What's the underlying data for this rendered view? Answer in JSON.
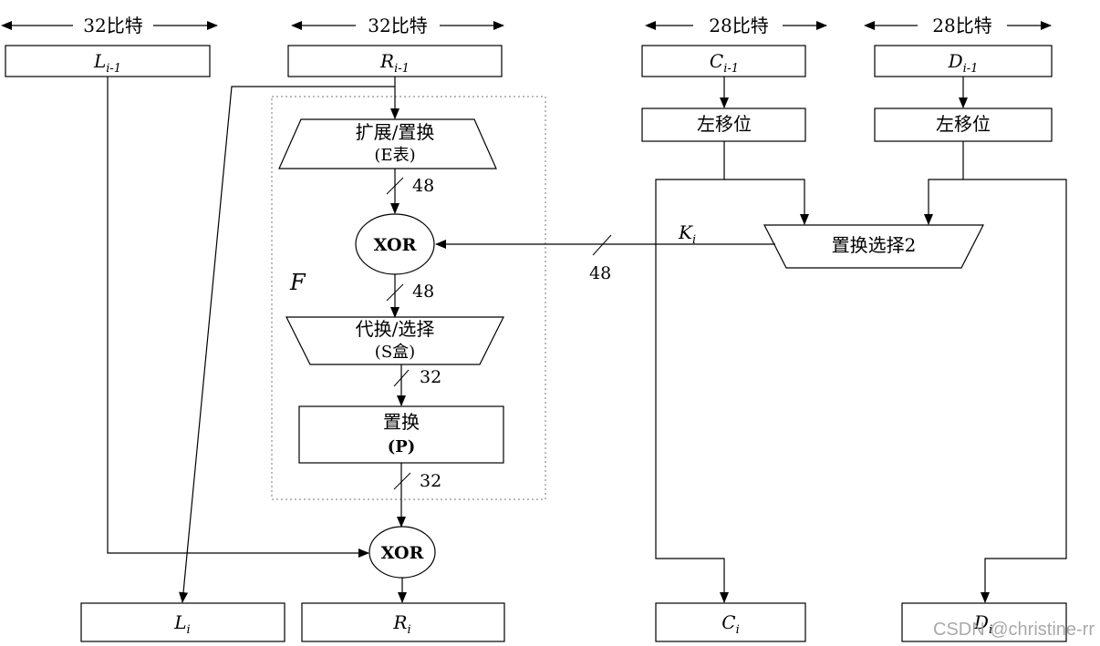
{
  "widths": {
    "left": "32比特",
    "right_half": "32比特",
    "c": "28比特",
    "d": "28比特"
  },
  "inputs": {
    "L_prev": {
      "main": "L",
      "sub": "i-1"
    },
    "R_prev": {
      "main": "R",
      "sub": "i-1"
    },
    "C_prev": {
      "main": "C",
      "sub": "i-1"
    },
    "D_prev": {
      "main": "D",
      "sub": "i-1"
    }
  },
  "f_function": {
    "label": "F",
    "expansion": {
      "line1": "扩展/置换",
      "line2": "(E表)"
    },
    "xor": "XOR",
    "sbox": {
      "line1": "代换/选择",
      "line2": "(S盒)"
    },
    "perm": {
      "line1": "置换",
      "line2": "(P)"
    },
    "bits": {
      "after_e": "48",
      "after_xor": "48",
      "after_s": "32",
      "after_p": "32"
    }
  },
  "key_schedule": {
    "shift_c": "左移位",
    "shift_d": "左移位",
    "pc2": "置换选择2",
    "key_label": {
      "main": "K",
      "sub": "i"
    },
    "key_bits": "48"
  },
  "final_xor": "XOR",
  "outputs": {
    "L_next": {
      "main": "L",
      "sub": "i"
    },
    "R_next": {
      "main": "R",
      "sub": "i"
    },
    "C_next": {
      "main": "C",
      "sub": "i"
    },
    "D_next": {
      "main": "D",
      "sub": "i"
    }
  },
  "watermark": "CSDN @christine-rr"
}
